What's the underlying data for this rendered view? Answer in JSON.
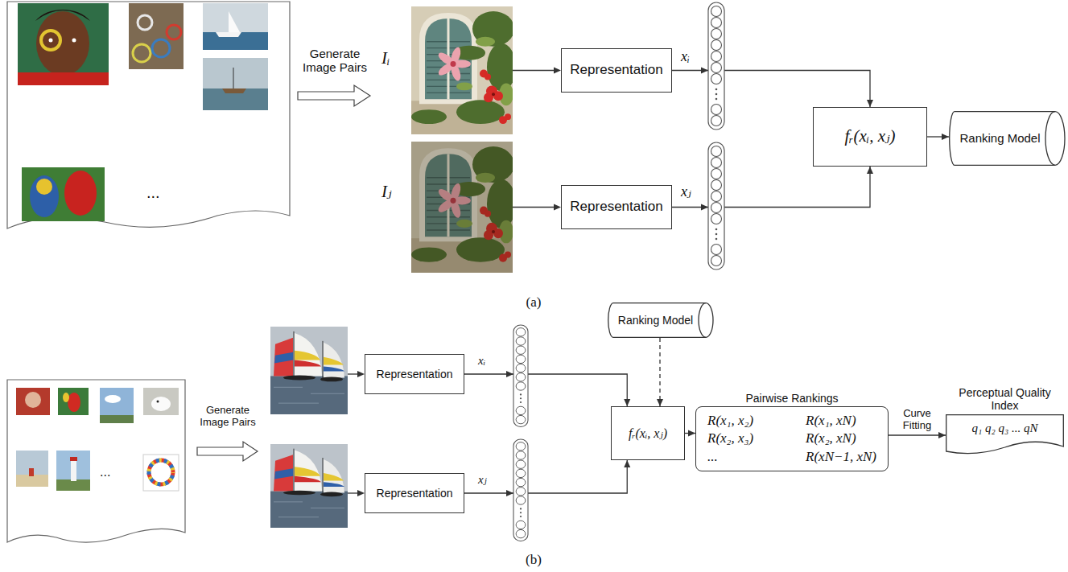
{
  "diagram": {
    "nodes": [
      {
        "text": [
          "Representation"
        ]
      },
      {
        "text": [
          "Representation"
        ]
      },
      {
        "text": [
          "fᵣ(xᵢ, xⱼ)"
        ]
      },
      {
        "text": [
          "Ranking Model"
        ]
      },
      {
        "text": [
          "Ranking Model"
        ]
      },
      {
        "text": [
          "Representation"
        ]
      },
      {
        "text": [
          "Representation"
        ]
      },
      {
        "text": [
          "fᵣ(xᵢ, xⱼ)"
        ]
      },
      {
        "text": [
          "Pairwise Rankings",
          "R(x₁, x₂)",
          "R(x₁, xN)",
          "R(x₂, x₃)",
          "R(x₂, xN)",
          "...",
          "R(xN−1, xN)"
        ]
      },
      {
        "text": [
          "Perceptual Quality Index",
          "q₁ q₂ q₃ ... qN"
        ]
      }
    ],
    "edges": [
      {
        "from": 0,
        "to": 2,
        "arrow": "to"
      },
      {
        "from": 1,
        "to": 2,
        "arrow": "to"
      },
      {
        "from": 2,
        "to": 3,
        "arrow": "to"
      },
      {
        "from": 5,
        "to": 7,
        "arrow": "to"
      },
      {
        "from": 6,
        "to": 7,
        "arrow": "to"
      },
      {
        "from": 4,
        "to": 7,
        "arrow": "to"
      },
      {
        "from": 7,
        "to": 8,
        "arrow": "to"
      },
      {
        "from": 8,
        "to": 9,
        "label": "Curve Fitting",
        "arrow": "to"
      }
    ],
    "labels": [
      "Generate Image Pairs",
      "Iᵢ",
      "Iⱼ",
      "xᵢ",
      "xⱼ",
      "...",
      "(a)",
      "Generate Image Pairs",
      "...",
      "xᵢ",
      "xⱼ",
      "(b)"
    ]
  }
}
